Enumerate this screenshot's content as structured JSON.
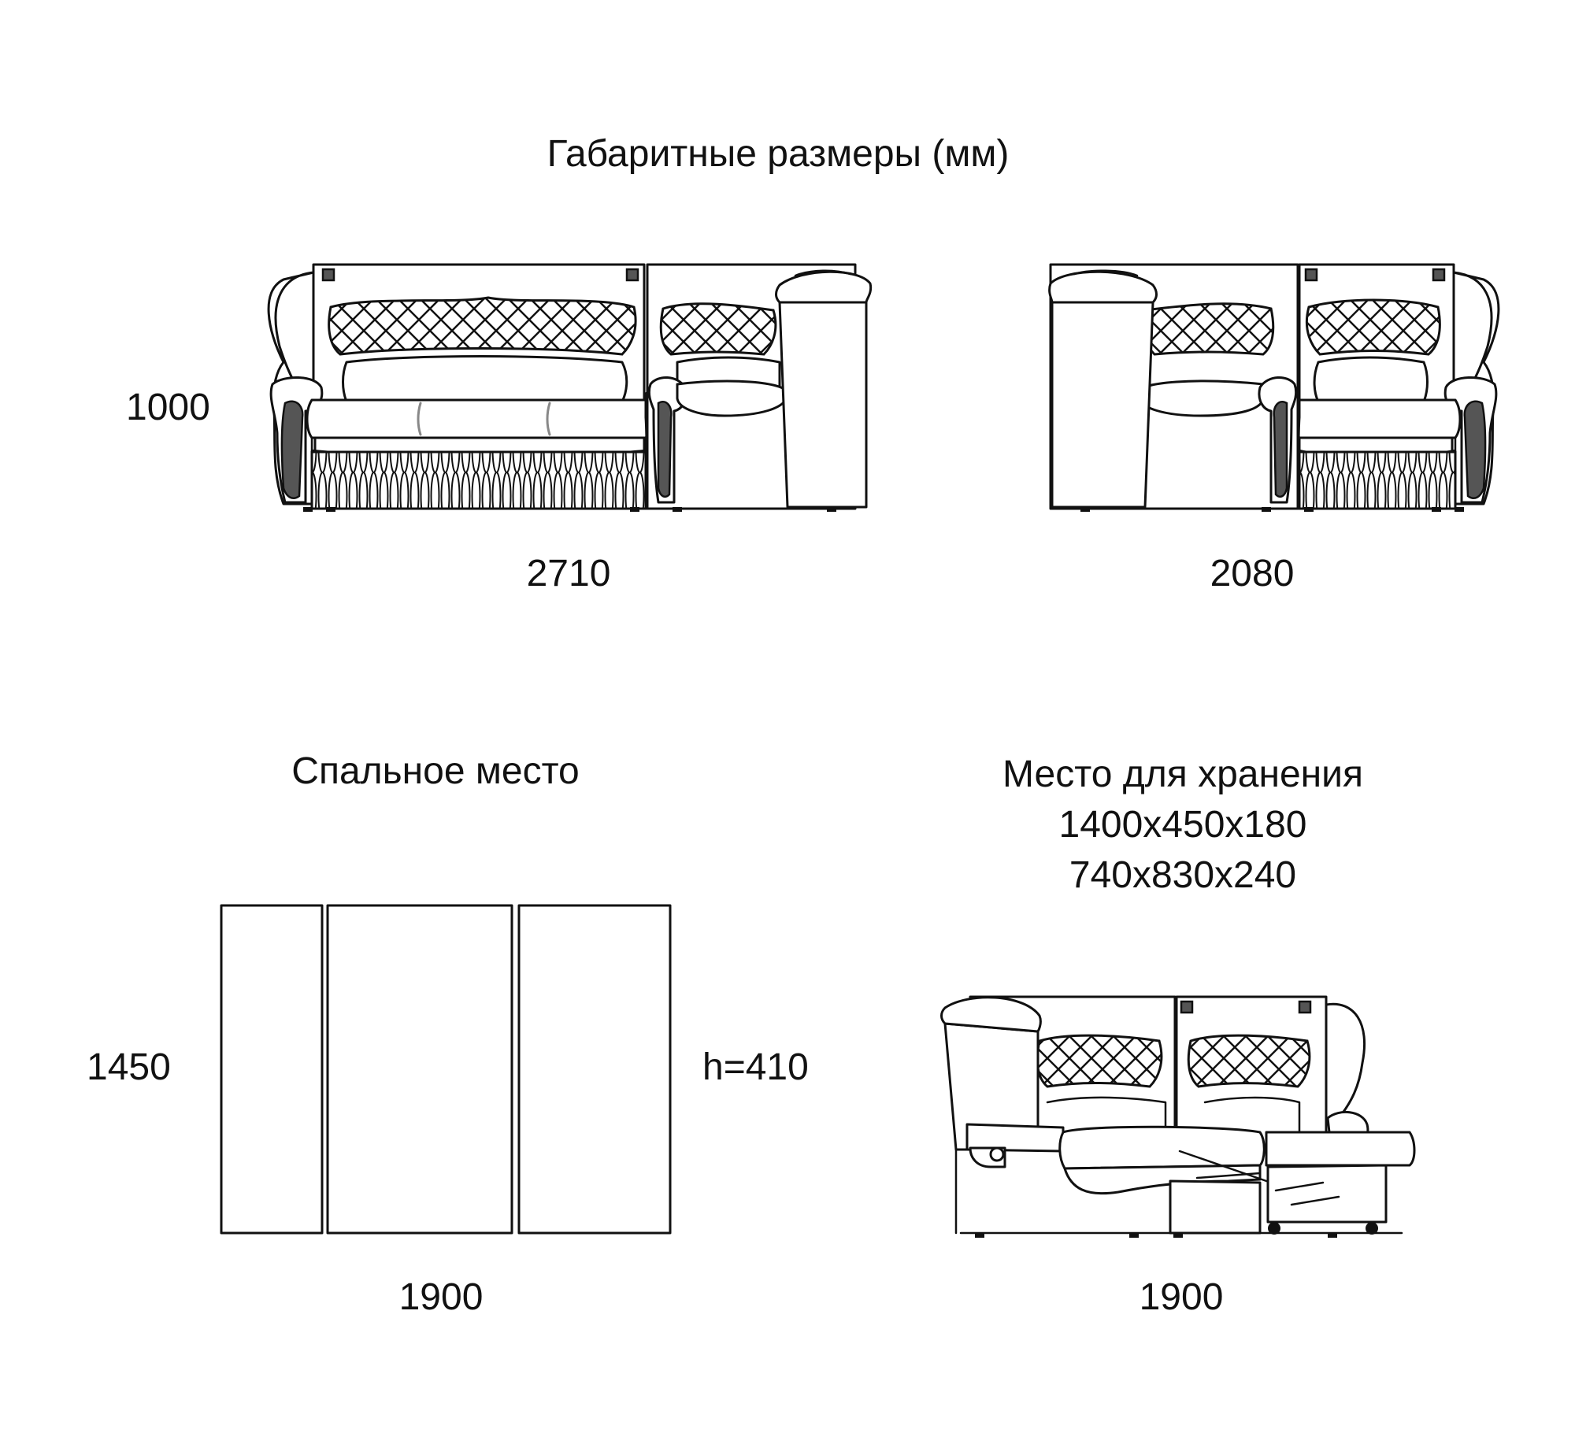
{
  "title": "Габаритные размеры (мм)",
  "overall": {
    "height_label": "1000",
    "left_width_label": "2710",
    "right_width_label": "2080"
  },
  "sleeping": {
    "title": "Спальное место",
    "width_label": "1450",
    "length_label": "1900",
    "height_label": "h=410"
  },
  "storage": {
    "title": "Место для хранения",
    "size_1": "1400x450x180",
    "size_2": "740x830x240",
    "length_label": "1900"
  }
}
